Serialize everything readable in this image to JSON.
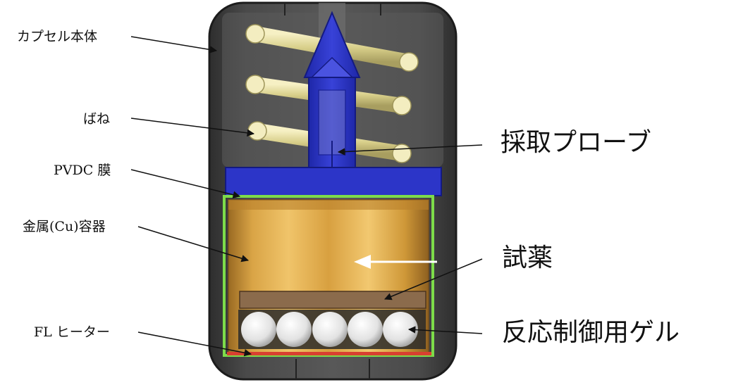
{
  "labels": {
    "capsule_body": "カプセル本体",
    "spring": "ばね",
    "pvdc_film": "PVDC 膜",
    "metal_container": "金属(Cu)容器",
    "fl_heater": "FL ヒーター",
    "sampling_probe": "採取プローブ",
    "reagent": "試薬",
    "reaction_gel": "反応制御用ゲル"
  },
  "colors": {
    "capsule": "#3f3f3f",
    "probe": "#2c35c8",
    "spring": "#e6dfa4",
    "container": "#d9a446",
    "pvdc": "#7ddc4a",
    "heater": "#d84030",
    "gel": "#eeeeee"
  }
}
